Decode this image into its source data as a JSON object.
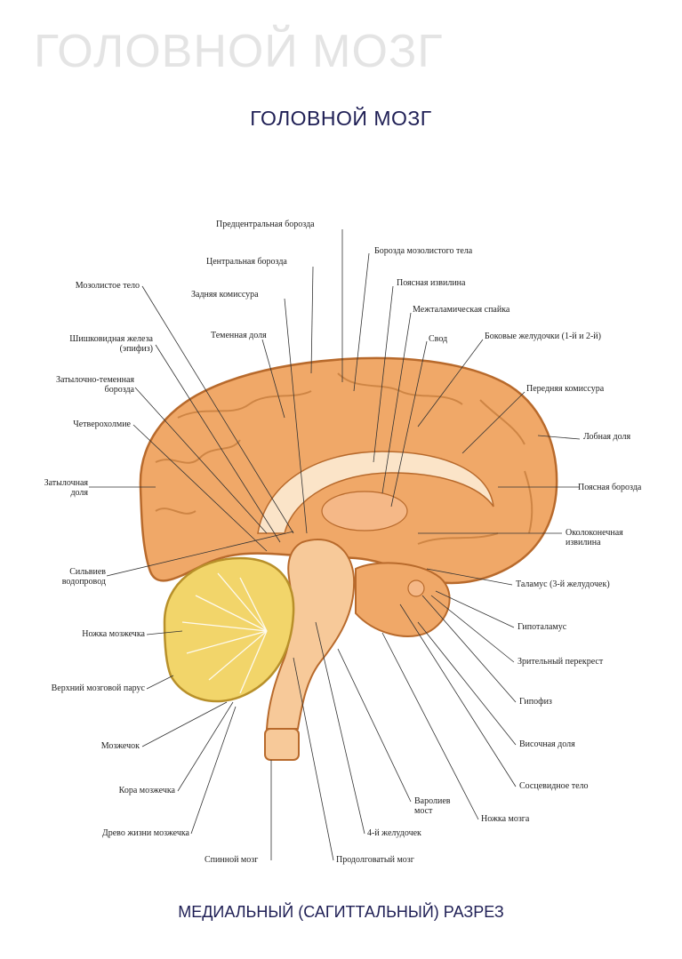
{
  "watermark": "ГОЛОВНОЙ МОЗГ",
  "title": "ГОЛОВНОЙ МОЗГ",
  "subtitle": "МЕДИАЛЬНЫЙ (САГИТТАЛЬНЫЙ) РАЗРЕЗ",
  "colors": {
    "cortex": "#f0a868",
    "cortex_outline": "#b86a2c",
    "cerebellum": "#f2d56a",
    "brainstem": "#f7c999",
    "title": "#1f1f55"
  },
  "labels": {
    "precentral_sulcus": "Предцентральная борозда",
    "central_sulcus": "Центральная борозда",
    "posterior_commissure": "Задняя комиссура",
    "parietal_lobe": "Теменная доля",
    "corpus_callosum_sulcus": "Борозда мозолистого тела",
    "cingulate_gyrus": "Поясная извилина",
    "interthalamic_adhesion": "Межталамическая спайка",
    "fornix": "Свод",
    "lateral_ventricles": "Боковые желудочки (1-й и 2-й)",
    "anterior_commissure": "Передняя комиссура",
    "frontal_lobe": "Лобная доля",
    "cingulate_sulcus": "Поясная борозда",
    "paraterminal_gyrus_1": "Околоконечная",
    "paraterminal_gyrus_2": "извилина",
    "thalamus": "Таламус (3-й желудочек)",
    "hypothalamus": "Гипоталамус",
    "optic_chiasm": "Зрительный перекрест",
    "pituitary": "Гипофиз",
    "temporal_lobe": "Височная доля",
    "mammillary_body": "Сосцевидное тело",
    "cerebral_peduncle": "Ножка мозга",
    "pons_1": "Варолиев",
    "pons_2": "мост",
    "fourth_ventricle": "4-й желудочек",
    "medulla": "Продолговатый мозг",
    "spinal_cord": "Спинной мозг",
    "arbor_vitae": "Древо жизни мозжечка",
    "cerebellar_cortex": "Кора мозжечка",
    "cerebellum": "Мозжечок",
    "superior_medullary_velum": "Верхний мозговой парус",
    "cerebellar_peduncle": "Ножка мозжечка",
    "aqueduct_1": "Сильвиев",
    "aqueduct_2": "водопровод",
    "occipital_lobe_1": "Затылочная",
    "occipital_lobe_2": "доля",
    "quadrigemina": "Четверохолмие",
    "parieto_occipital_sulcus_1": "Затылочно-теменная",
    "parieto_occipital_sulcus_2": "борозда",
    "pineal_1": "Шишковидная железа",
    "pineal_2": "(эпифиз)",
    "corpus_callosum": "Мозолистое тело"
  }
}
